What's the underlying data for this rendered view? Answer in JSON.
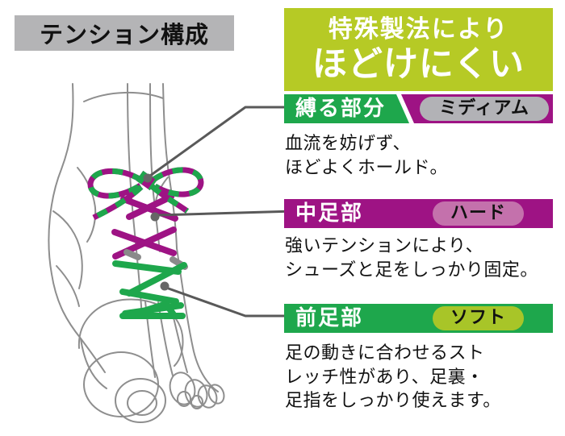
{
  "title_box": {
    "label": "テンション構成"
  },
  "headline": {
    "line1": "特殊製法により",
    "line2": "ほどけにくい"
  },
  "sections": [
    {
      "label": "縛る部分",
      "level": "ミディアム",
      "desc_lines": [
        "血流を妨げず、",
        "ほどよくホールド。"
      ]
    },
    {
      "label": "中足部",
      "level": "ハード",
      "desc_lines": [
        "強いテンションにより、",
        "シューズと足をしっかり固定。"
      ]
    },
    {
      "label": "前足部",
      "level": "ソフト",
      "desc_lines": [
        "足の動きに合わせるスト",
        "レッチ性があり、足裏・",
        "足指をしっかり使えます。"
      ]
    }
  ],
  "illustration": {
    "description": "foot-with-lacing-sketch"
  },
  "colors": {
    "green": "#1ea74c",
    "magenta": "#9e1384",
    "yellow_green": "#b6ca25",
    "pill_gray": "#b2b2b6",
    "pill_pink": "#c471ac",
    "pill_yellow_green": "#a8c528",
    "title_gray": "#b4b4b6",
    "connector_gray": "#595959",
    "sketch_gray": "#8e8e8e",
    "text_black": "#111111",
    "white": "#ffffff"
  }
}
